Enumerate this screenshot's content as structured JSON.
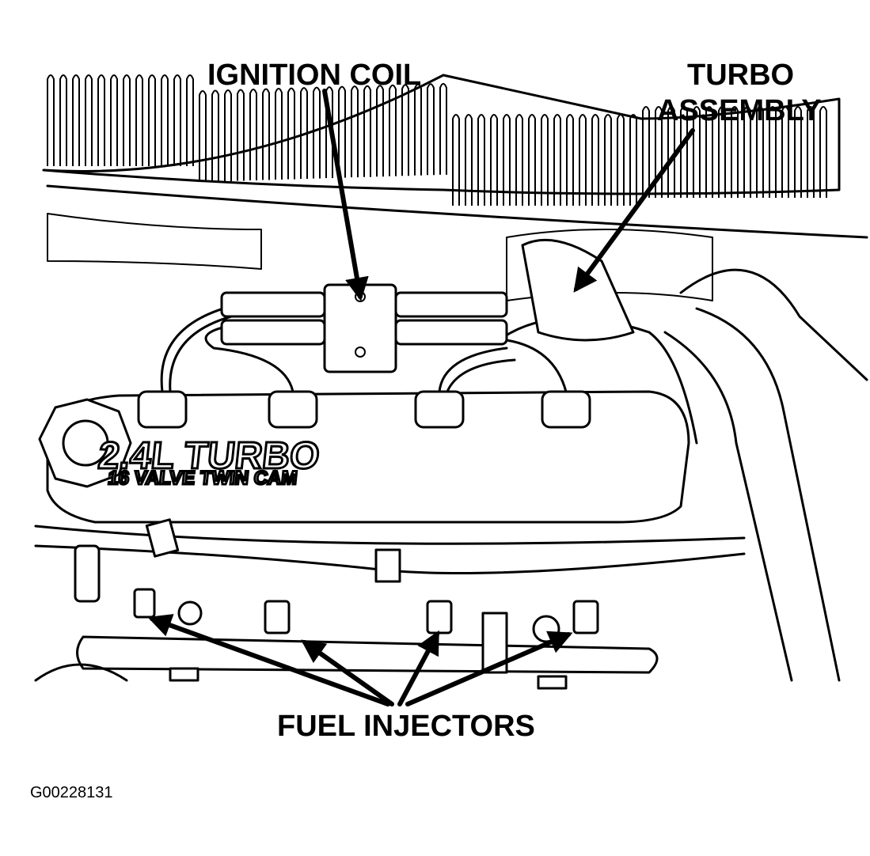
{
  "labels": {
    "ignition_coil": "IGNITION COIL",
    "turbo_line1": "TURBO",
    "turbo_line2": "ASSEMBLY",
    "fuel_injectors": "FUEL INJECTORS",
    "engine_line1": "2.4L TURBO",
    "engine_line2": "16 VALVE TWIN CAM",
    "figure_id": "G00228131"
  },
  "colors": {
    "ink": "#000000",
    "paper": "#ffffff"
  }
}
